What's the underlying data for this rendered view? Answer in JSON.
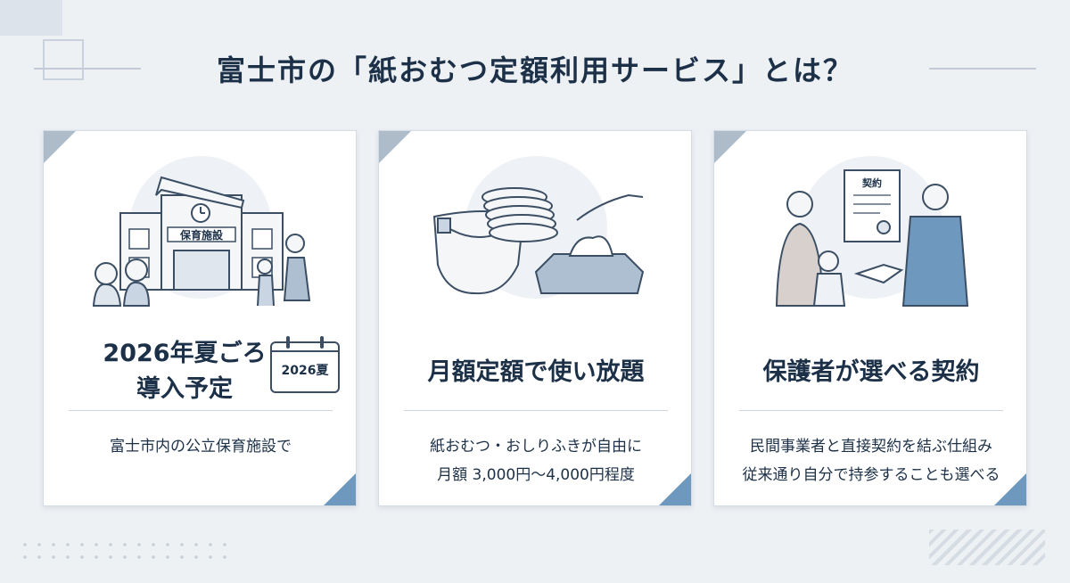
{
  "title": "富士市の「紙おむつ定額利用サービス」とは？",
  "cards": [
    {
      "heading_line1": "2026年夏ごろ",
      "heading_line2": "導入予定",
      "calendar_label": "2026夏",
      "building_sign": "保育施設",
      "body_lines": [
        "富士市内の公立保育施設で"
      ]
    },
    {
      "heading": "月額定額で使い放題",
      "body_lines": [
        "紙おむつ・おしりふきが自由に",
        "月額 3,000円〜4,000円程度"
      ]
    },
    {
      "heading": "保護者が選べる契約",
      "document_label": "契約",
      "body_lines": [
        "民間事業者と直接契約を結ぶ仕組み",
        "従来通り自分で持参することも選べる"
      ]
    }
  ],
  "colors": {
    "background": "#eef1f4",
    "navy": "#1c3048",
    "accent_blue": "#6f98bf",
    "corner_gray": "#aebbc8"
  }
}
